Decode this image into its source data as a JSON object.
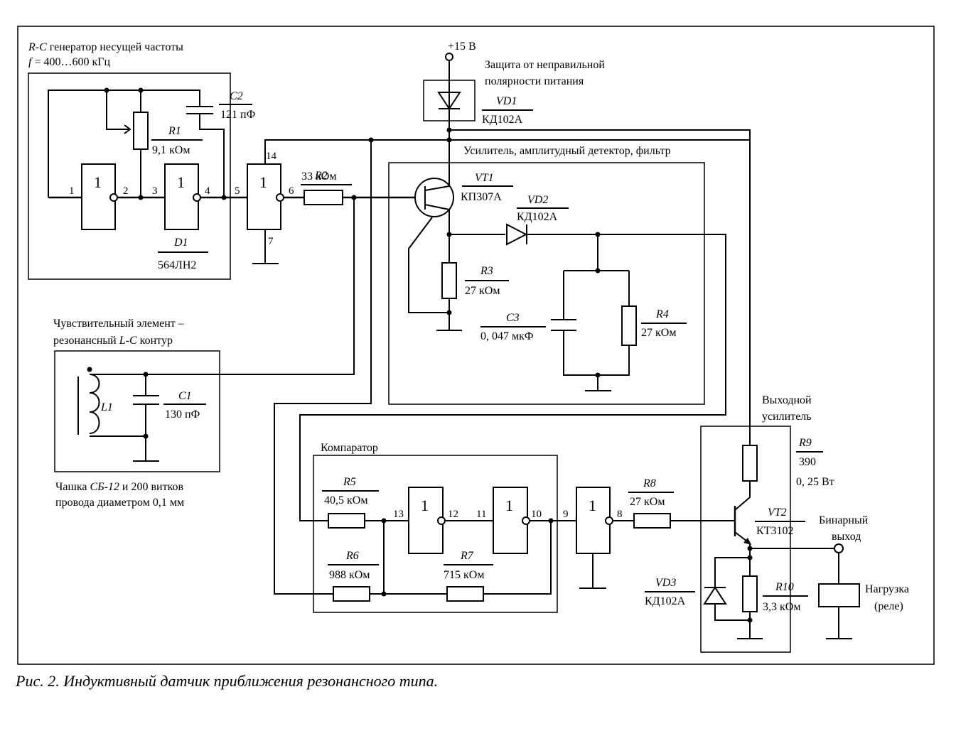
{
  "rc_generator": {
    "title_italic": "R-C",
    "title_rest": " генератор несущей частоты",
    "freq_symbol": "f",
    "freq_value": " = 400…600 кГц"
  },
  "power": {
    "label": "+15 В",
    "protection_line1": "Защита от неправильной",
    "protection_line2": "полярности питания"
  },
  "amplifier": {
    "title": "Усилитель, амплитудный детектор, фильтр"
  },
  "sensor": {
    "title_line1": "Чувствительный элемент –",
    "title_line2_a": "резонансный ",
    "title_line2_b": "L-C",
    "title_line2_c": " контур",
    "note_line1_a": "Чашка ",
    "note_line1_b": "СБ-12",
    "note_line1_c": " и 200 витков",
    "note_line2": "провода диаметром 0,1 мм"
  },
  "comparator": {
    "title": "Компаратор"
  },
  "output_amp": {
    "title_line1": "Выходной",
    "title_line2": "усилитель",
    "binary_line1": "Бинарный",
    "binary_line2": "выход",
    "load_line1": "Нагрузка",
    "load_line2": "(реле)"
  },
  "chip": {
    "designator": "D1",
    "type": "564ЛН2",
    "gate_symbol": "1"
  },
  "components": {
    "C2": {
      "ref": "C2",
      "value": "121 пФ"
    },
    "R1": {
      "ref": "R1",
      "value": "9,1 кОм"
    },
    "R2": {
      "ref": "R2",
      "value": "33 кОм"
    },
    "VD1": {
      "ref": "VD1",
      "value": "КД102А"
    },
    "VT1": {
      "ref": "VT1",
      "value": "КП307А"
    },
    "VD2": {
      "ref": "VD2",
      "value": "КД102А"
    },
    "R3": {
      "ref": "R3",
      "value": "27 кОм"
    },
    "C3": {
      "ref": "C3",
      "value": "0, 047 мкФ"
    },
    "R4": {
      "ref": "R4",
      "value": "27 кОм"
    },
    "L1": {
      "ref": "L1"
    },
    "C1": {
      "ref": "C1",
      "value": "130 пФ"
    },
    "R5": {
      "ref": "R5",
      "value": "40,5 кОм"
    },
    "R6": {
      "ref": "R6",
      "value": "988 кОм"
    },
    "R7": {
      "ref": "R7",
      "value": "715 кОм"
    },
    "R8": {
      "ref": "R8",
      "value": "27 кОм"
    },
    "R9": {
      "ref": "R9",
      "value": "390",
      "power": "0, 25 Вт"
    },
    "VT2": {
      "ref": "VT2",
      "value": "КТ3102"
    },
    "VD3": {
      "ref": "VD3",
      "value": "КД102А"
    },
    "R10": {
      "ref": "R10",
      "value": "3,3 кОм"
    }
  },
  "pins": [
    "1",
    "2",
    "3",
    "4",
    "5",
    "6",
    "7",
    "14",
    "13",
    "12",
    "11",
    "10",
    "9",
    "8"
  ],
  "caption": "Рис. 2. Индуктивный датчик приближения резонансного типа."
}
